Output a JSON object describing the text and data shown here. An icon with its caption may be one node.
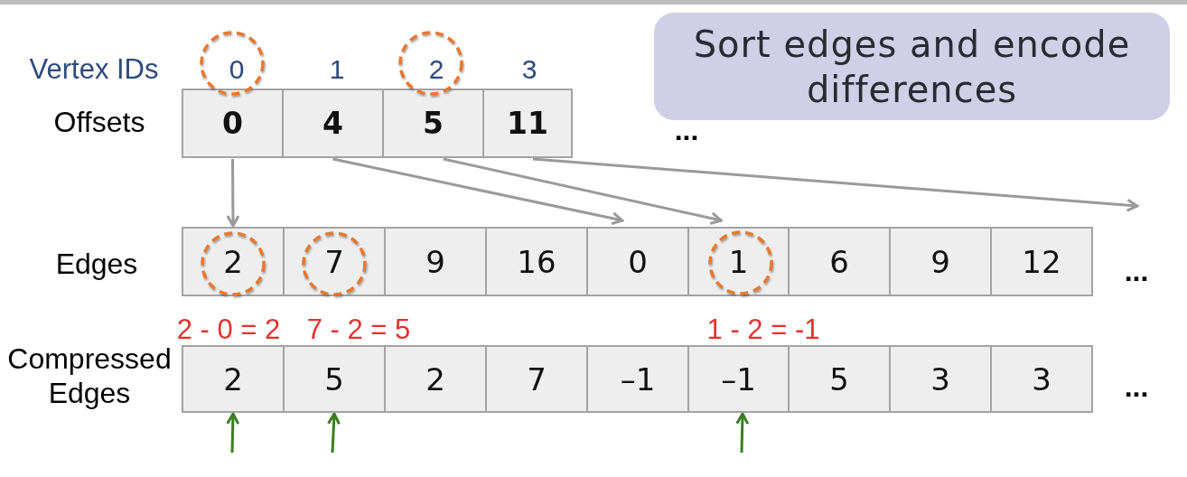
{
  "diagram": {
    "nodes": [
      {
        "text": [
          "Sort edges and encode differences"
        ]
      },
      {
        "text": [
          "0"
        ]
      },
      {
        "text": [
          "4"
        ]
      },
      {
        "text": [
          "5"
        ]
      },
      {
        "text": [
          "11"
        ]
      },
      {
        "text": [
          "2"
        ]
      },
      {
        "text": [
          "7"
        ]
      },
      {
        "text": [
          "9"
        ]
      },
      {
        "text": [
          "16"
        ]
      },
      {
        "text": [
          "0"
        ]
      },
      {
        "text": [
          "1"
        ]
      },
      {
        "text": [
          "6"
        ]
      },
      {
        "text": [
          "9"
        ]
      },
      {
        "text": [
          "12"
        ]
      },
      {
        "text": [
          "2"
        ]
      },
      {
        "text": [
          "5"
        ]
      },
      {
        "text": [
          "2"
        ]
      },
      {
        "text": [
          "7"
        ]
      },
      {
        "text": [
          "–1"
        ]
      },
      {
        "text": [
          "–1"
        ]
      },
      {
        "text": [
          "5"
        ]
      },
      {
        "text": [
          "3"
        ]
      },
      {
        "text": [
          "3"
        ]
      }
    ],
    "edges": [
      {
        "from": 1,
        "to": 5,
        "arrow": "to"
      },
      {
        "from": 2,
        "to": 9,
        "arrow": "to"
      },
      {
        "from": 3,
        "to": 10,
        "arrow": "to"
      },
      {
        "from": 4,
        "to": null,
        "arrow": "to"
      },
      {
        "from": null,
        "to": 14,
        "arrow": "to",
        "color": "#3c7d22"
      },
      {
        "from": null,
        "to": 15,
        "arrow": "to",
        "color": "#3c7d22"
      },
      {
        "from": null,
        "to": 19,
        "arrow": "to",
        "color": "#3c7d22"
      }
    ],
    "labels": [
      "Vertex IDs",
      "0",
      "1",
      "2",
      "3",
      "Offsets",
      "...",
      "Edges",
      "...",
      "2 - 0 = 2",
      "7 - 2 = 5",
      "1 - 2 = -1",
      "Compressed Edges",
      "..."
    ]
  }
}
